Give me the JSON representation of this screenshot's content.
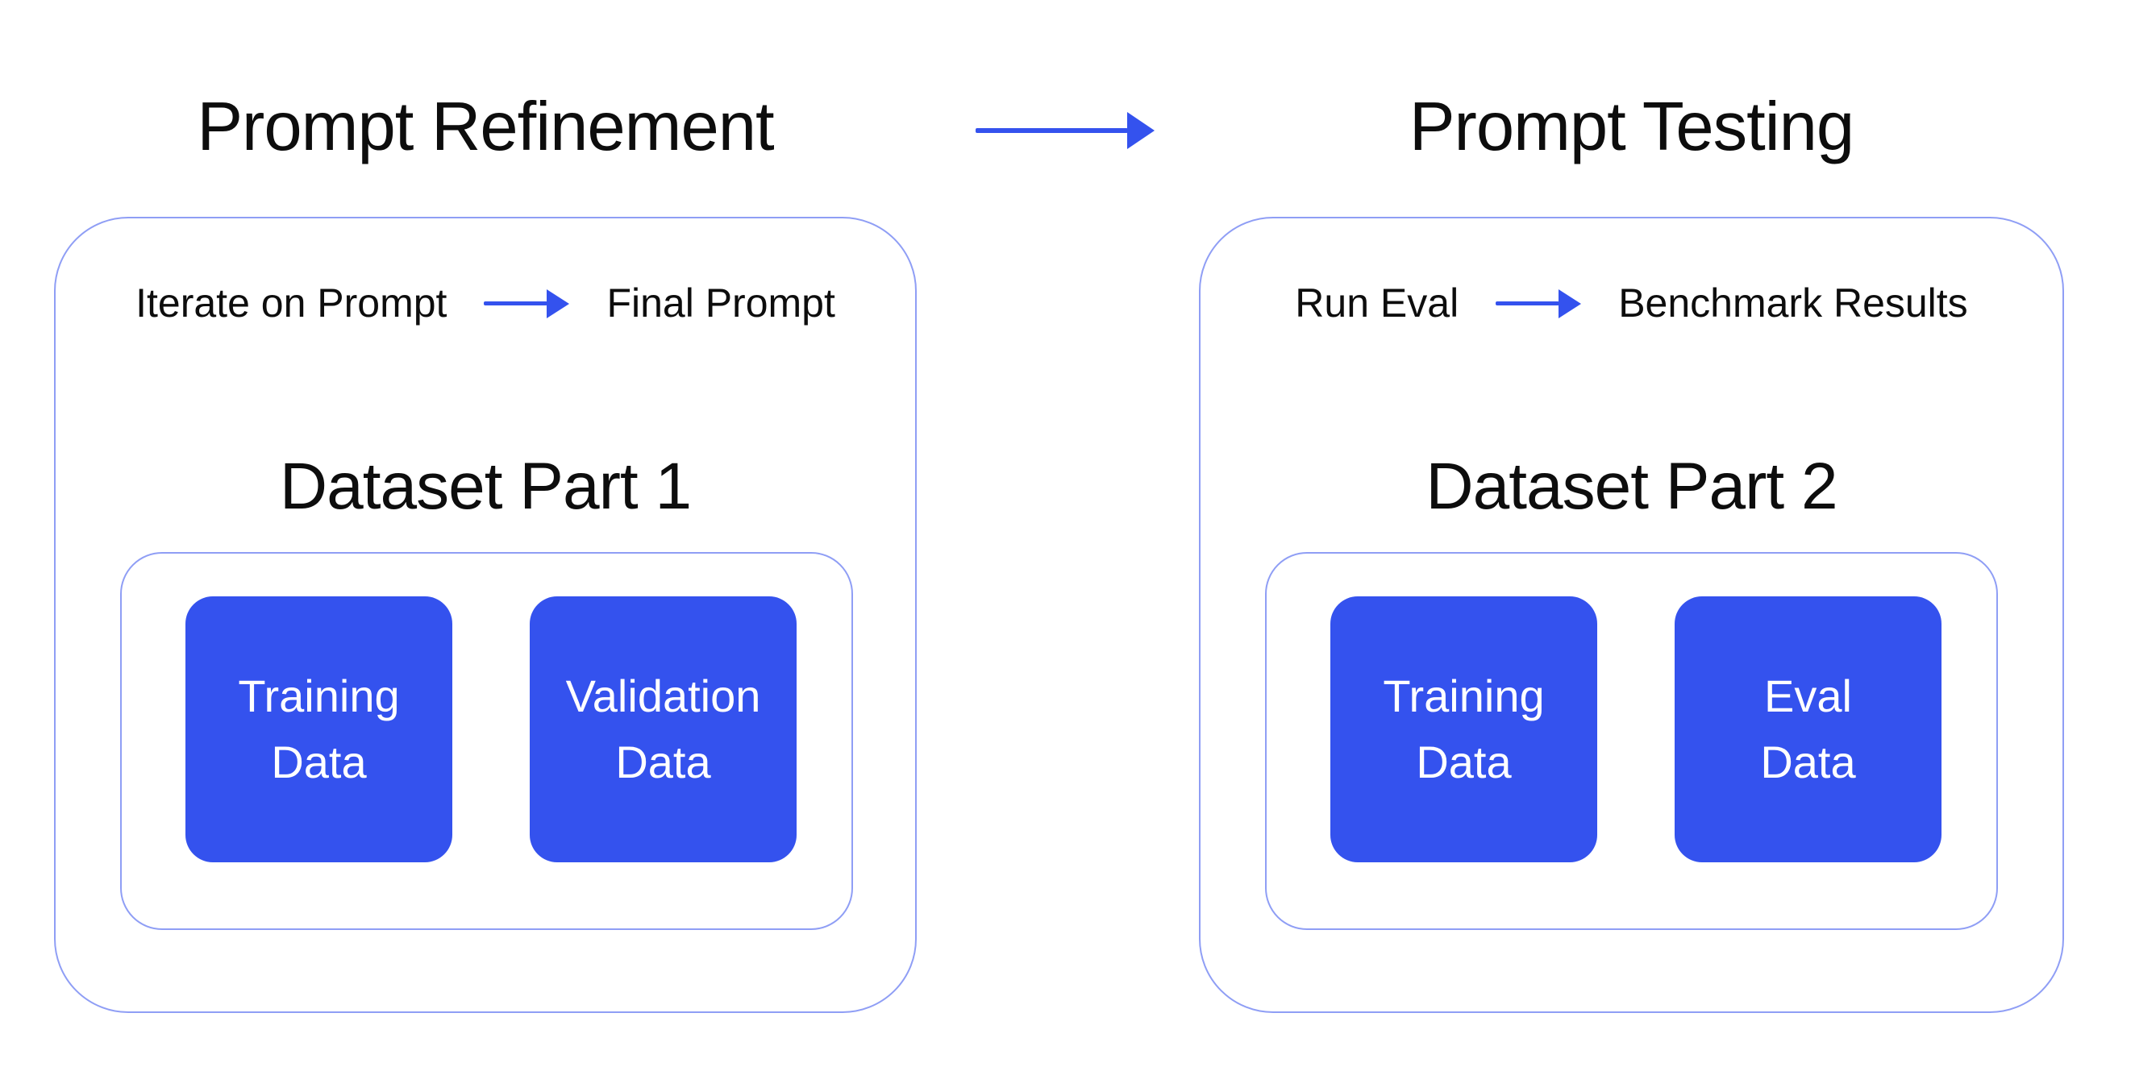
{
  "colors": {
    "background": "#ffffff",
    "accent_blue": "#3452ee",
    "border_blue": "#8f9ef5",
    "text_black": "#0d0d0d",
    "label_white": "#ffffff"
  },
  "mid_arrow": {
    "icon": "arrow-right"
  },
  "sections": [
    {
      "title": "Prompt Refinement",
      "flow": {
        "from": "Iterate on Prompt",
        "arrow_icon": "arrow-right",
        "to": "Final Prompt"
      },
      "dataset": {
        "heading": "Dataset Part 1",
        "boxes": [
          {
            "line1": "Training",
            "line2": "Data"
          },
          {
            "line1": "Validation",
            "line2": "Data"
          }
        ]
      }
    },
    {
      "title": "Prompt Testing",
      "flow": {
        "from": "Run Eval",
        "arrow_icon": "arrow-right",
        "to": "Benchmark Results"
      },
      "dataset": {
        "heading": "Dataset Part 2",
        "boxes": [
          {
            "line1": "Training",
            "line2": "Data"
          },
          {
            "line1": "Eval",
            "line2": "Data"
          }
        ]
      }
    }
  ]
}
